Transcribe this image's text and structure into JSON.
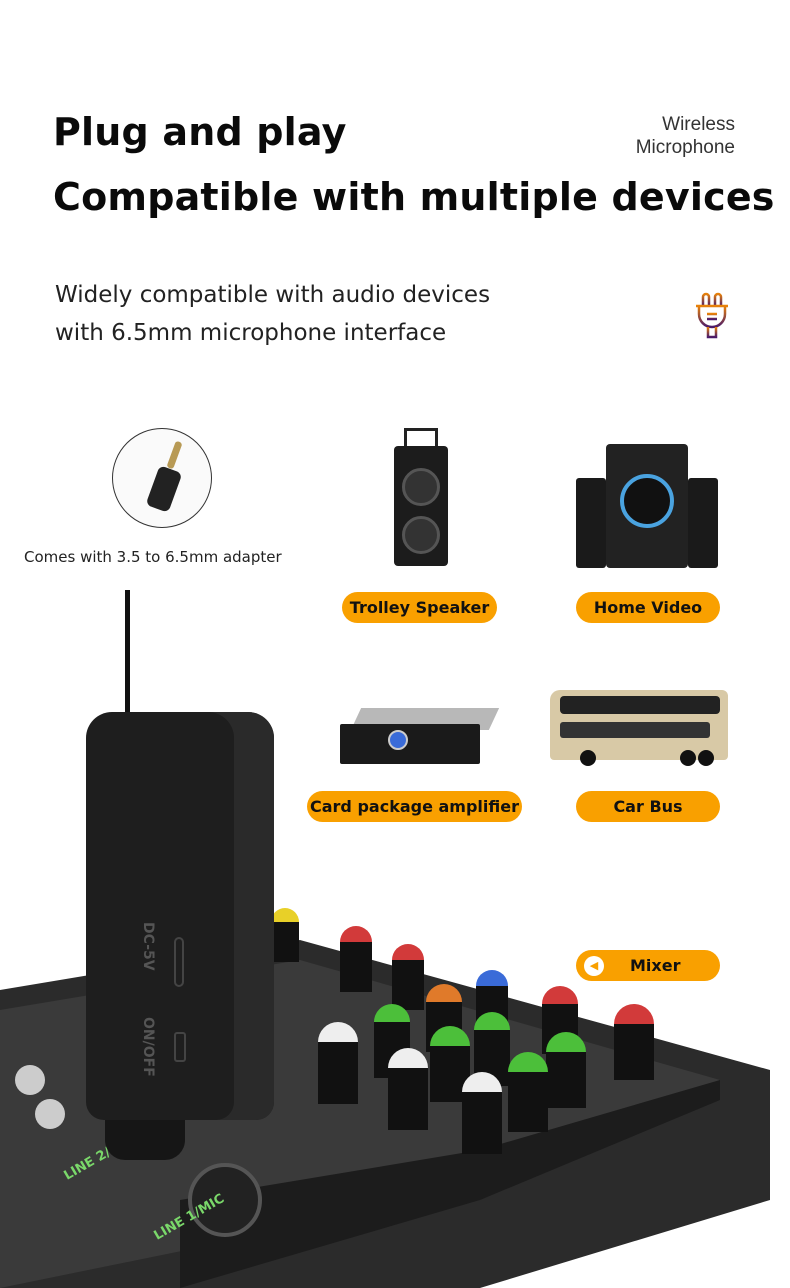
{
  "header": {
    "title_line1": "Plug and play",
    "title_line2": "Compatible with multiple devices",
    "brand_line1": "Wireless",
    "brand_line2": "Microphone"
  },
  "description": {
    "line1": "Widely compatible with audio devices",
    "line2": "with 6.5mm microphone interface",
    "icon": "plug-icon"
  },
  "adapter": {
    "caption": "Comes with 3.5 to 6.5mm adapter"
  },
  "devices": [
    {
      "label": "Trolley Speaker"
    },
    {
      "label": "Home Video"
    },
    {
      "label": "Card package amplifier"
    },
    {
      "label": "Car Bus"
    },
    {
      "label": "Mixer"
    }
  ],
  "receiver": {
    "port_label": "DC-5V",
    "switch_label": "ON/OFF"
  },
  "mixer": {
    "input1": "LINE 1/MIC",
    "input2": "LINE 2/MIC"
  },
  "colors": {
    "accent": "#f9a000",
    "icon_top": "#e8820a",
    "icon_bottom": "#4a1a6a"
  }
}
